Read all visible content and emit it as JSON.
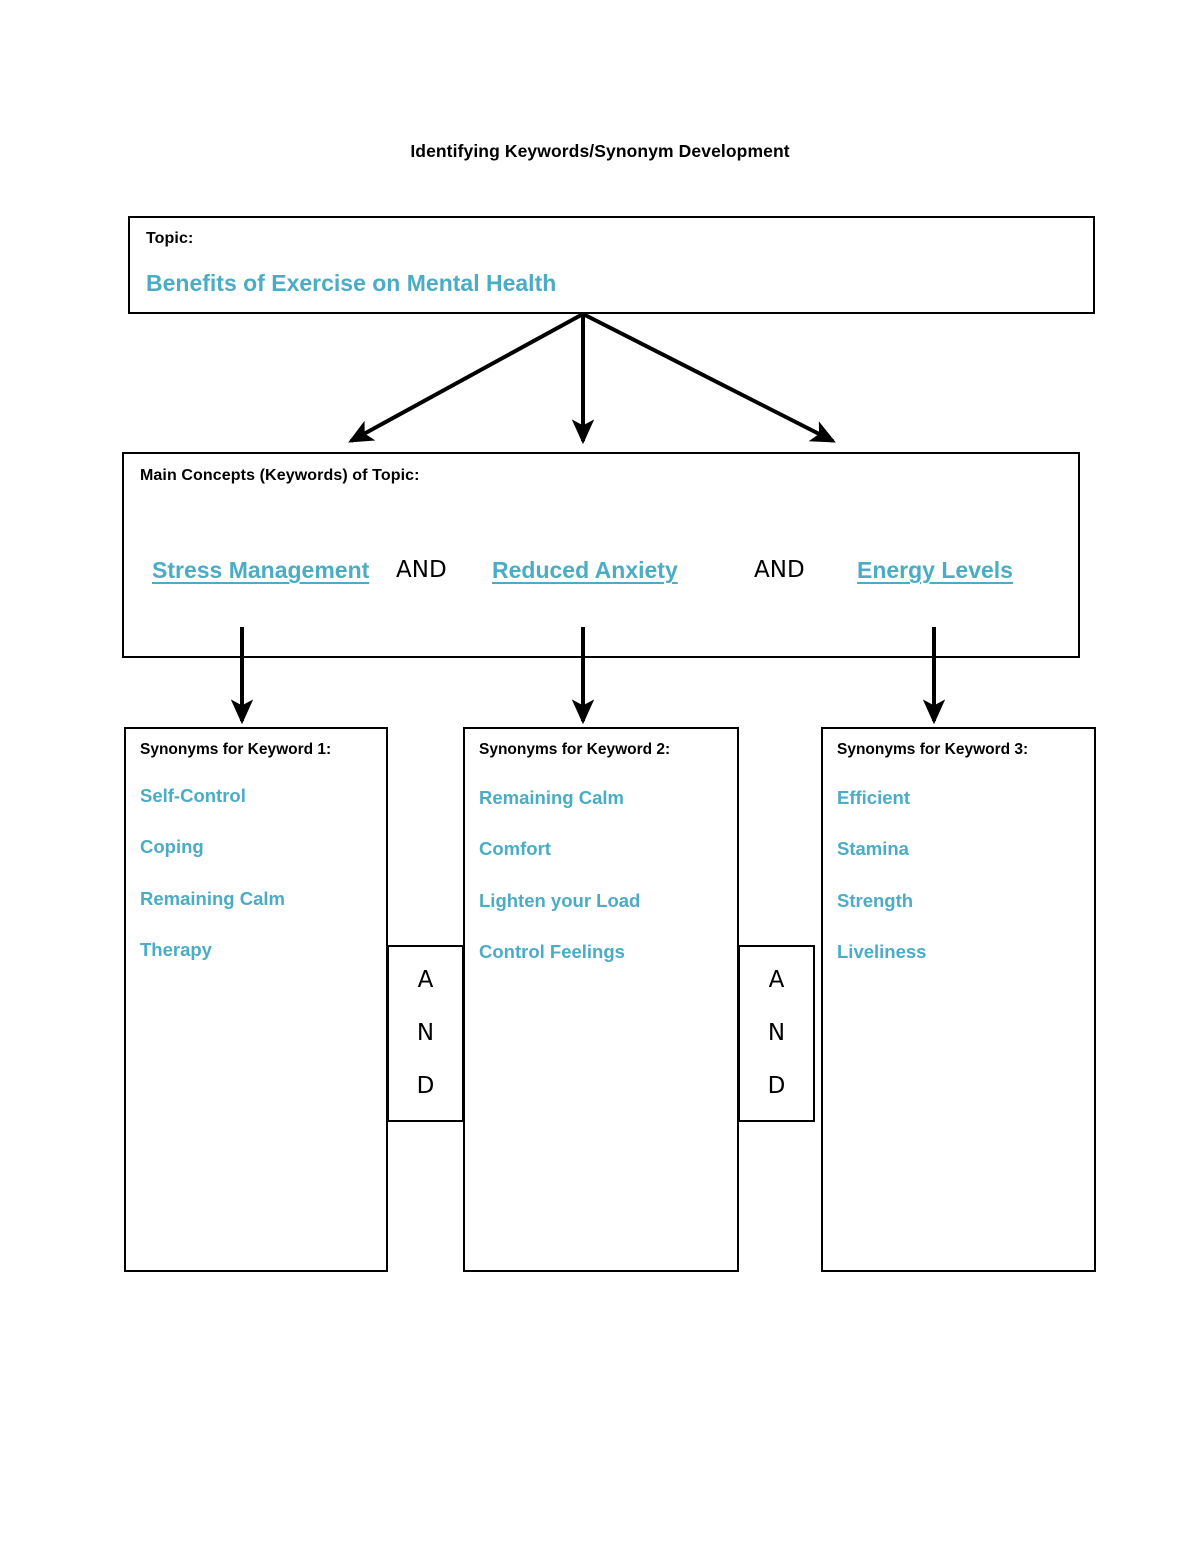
{
  "document": {
    "title": "Identifying Keywords/Synonym Development"
  },
  "topic": {
    "label": "Topic:",
    "value": "Benefits of Exercise on Mental Health"
  },
  "concepts": {
    "label": "Main Concepts (Keywords) of Topic:",
    "keywords": [
      "Stress Management",
      "Reduced Anxiety",
      "Energy Levels"
    ],
    "operators": [
      "AND",
      "AND"
    ]
  },
  "synonym_columns": [
    {
      "header": "Synonyms for Keyword 1:",
      "items": [
        "Self-Control",
        "Coping",
        "Remaining Calm",
        "Therapy"
      ]
    },
    {
      "header": "Synonyms for Keyword 2:",
      "items": [
        "Remaining Calm",
        "Comfort",
        "Lighten your Load",
        "Control Feelings"
      ]
    },
    {
      "header": "Synonyms for Keyword 3:",
      "items": [
        "Efficient",
        "Stamina",
        "Strength",
        "Liveliness"
      ]
    }
  ],
  "connectors": [
    {
      "letters": [
        "A",
        "N",
        "D"
      ]
    },
    {
      "letters": [
        "A",
        "N",
        "D"
      ]
    }
  ],
  "colors": {
    "accent_teal": "#4BACC6",
    "text_black": "#000000",
    "background": "#ffffff"
  }
}
